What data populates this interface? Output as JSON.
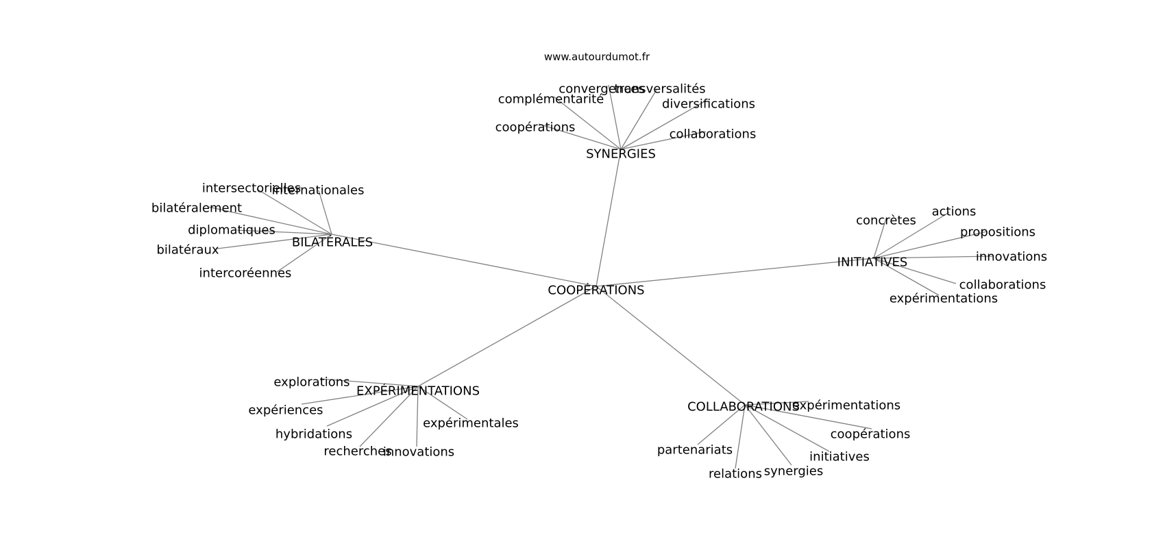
{
  "watermark": "www.autourdumot.fr",
  "colors": {
    "edge": "#808080",
    "text": "#000000",
    "background": "#ffffff"
  },
  "center": "COOPÉRATIONS",
  "hubs": [
    {
      "label": "SYNERGIES",
      "leaves": [
        "convergences",
        "transversalités",
        "complémentarité",
        "diversifications",
        "coopérations",
        "collaborations"
      ]
    },
    {
      "label": "BILATÉRALES",
      "leaves": [
        "intersectorielles",
        "internationales",
        "bilatéralement",
        "diplomatiques",
        "bilatéraux",
        "intercoréennes"
      ]
    },
    {
      "label": "INITIATIVES",
      "leaves": [
        "concrètes",
        "actions",
        "propositions",
        "innovations",
        "collaborations",
        "expérimentations"
      ]
    },
    {
      "label": "EXPÉRIMENTATIONS",
      "leaves": [
        "explorations",
        "expériences",
        "hybridations",
        "recherches",
        "innovations",
        "expérimentales"
      ]
    },
    {
      "label": "COLLABORATIONS",
      "leaves": [
        "expérimentations",
        "coopérations",
        "initiatives",
        "partenariats",
        "relations",
        "synergies"
      ]
    }
  ]
}
